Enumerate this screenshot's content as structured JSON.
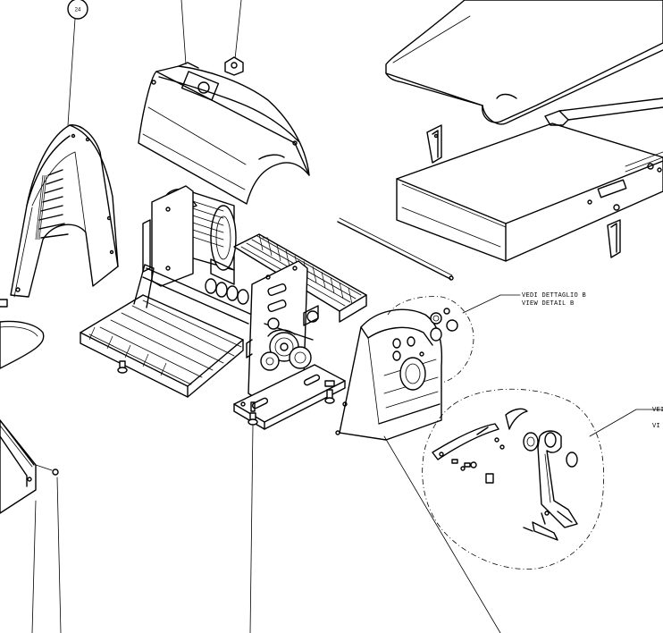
{
  "diagram": {
    "balloon_number": "24",
    "detail_b_label_it": "VEDI DETTAGLIO B",
    "detail_b_label_en": "VIEW DETAIL B",
    "detail_c_label_it": "VEI",
    "detail_c_label_en": "VI"
  }
}
